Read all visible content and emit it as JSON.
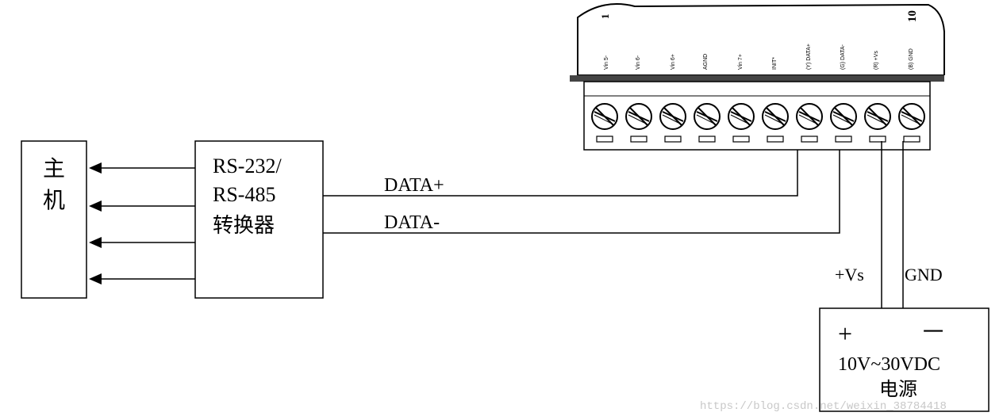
{
  "host": {
    "label_line1": "主",
    "label_line2": "机"
  },
  "converter": {
    "line1": "RS-232/",
    "line2": "RS-485",
    "line3": "转换器"
  },
  "signals": {
    "data_plus": "DATA+",
    "data_minus": "DATA-"
  },
  "module": {
    "pin_first": "1",
    "pin_last": "10",
    "pins": [
      "Vin 5-",
      "Vin 6-",
      "Vin 6+",
      "AGND",
      "Vin 7+",
      "INIT*",
      "(Y) DATA+",
      "(G) DATA-",
      "(R) +Vs",
      "(B) GND"
    ]
  },
  "power_wires": {
    "vs": "+Vs",
    "gnd": "GND"
  },
  "power_supply": {
    "plus": "+",
    "minus": "一",
    "voltage": "10V~30VDC",
    "name": "电源"
  },
  "watermark": "https://blog.csdn.net/weixin_38784418"
}
